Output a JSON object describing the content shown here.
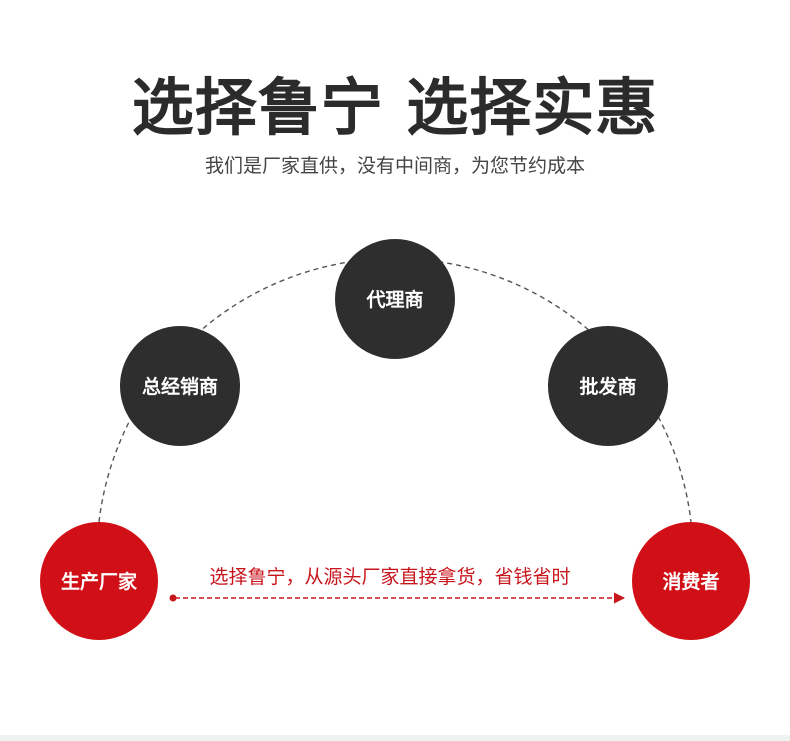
{
  "headline": "选择鲁宁  选择实惠",
  "subline": "我们是厂家直供，没有中间商，为您节约成本",
  "colors": {
    "dark_node": "#2e2e2e",
    "red_node": "#d01016",
    "accent_text": "#c8161d",
    "headline": "#2b2b2b",
    "dashed_line": "#555555"
  },
  "nodes": {
    "manufacturer": "生产厂家",
    "general_distributor": "总经销商",
    "agent": "代理商",
    "wholesaler": "批发商",
    "consumer": "消费者"
  },
  "direct_route": {
    "label": "选择鲁宁，从源头厂家直接拿货，省钱省时"
  }
}
